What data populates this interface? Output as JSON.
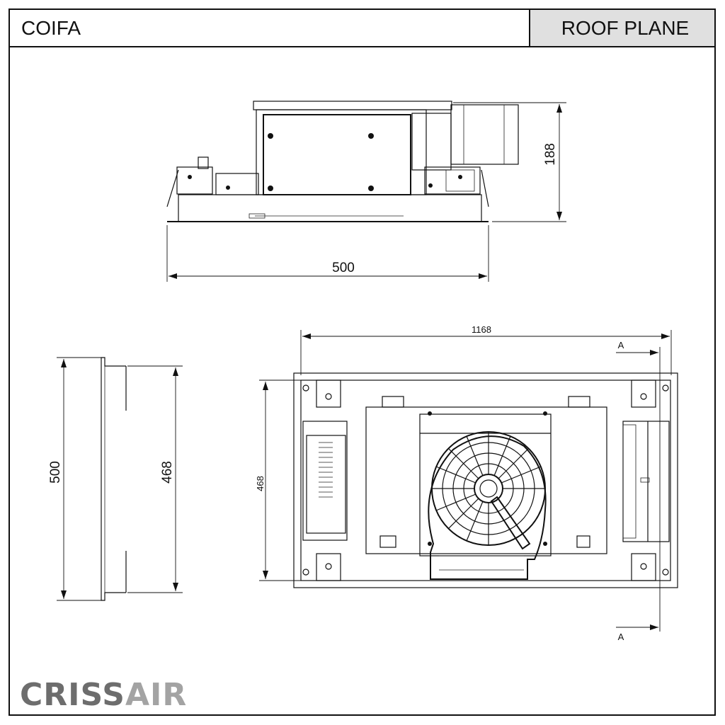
{
  "header": {
    "title": "COIFA",
    "view_label": "ROOF PLANE"
  },
  "dimensions": {
    "front_height": "188",
    "front_width": "500",
    "side_overall": "500",
    "side_inner": "468",
    "plan_length": "1168",
    "plan_width": "468",
    "section_top": "A",
    "section_bottom": "A"
  },
  "logo": {
    "part1": "CRISS",
    "part2": "AIR",
    "color_dark": "#6d6d6d",
    "color_light": "#a3a3a3"
  },
  "colors": {
    "header_fill": "#e0e0e0",
    "line": "#111111"
  }
}
